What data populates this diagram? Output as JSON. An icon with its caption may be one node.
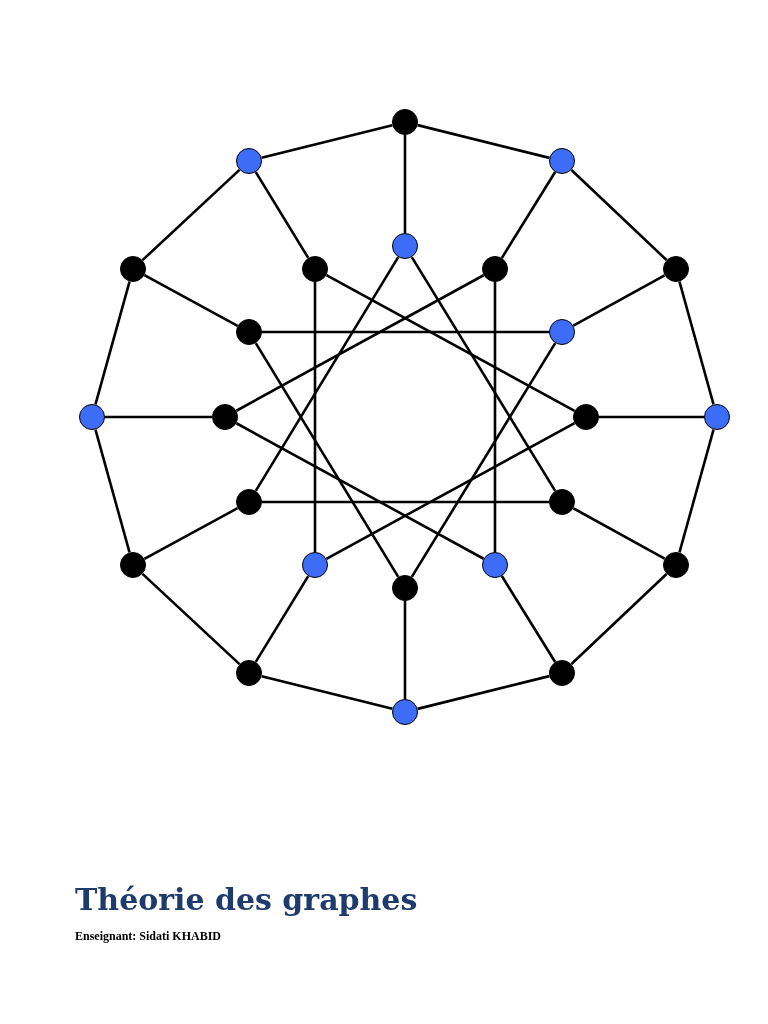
{
  "diagram": {
    "title": "Théorie des graphes",
    "nodes": [
      {
        "text": [],
        "shape": "circle"
      },
      {
        "text": [],
        "shape": "circle"
      },
      {
        "text": [],
        "shape": "circle"
      },
      {
        "text": [],
        "shape": "circle"
      },
      {
        "text": [],
        "shape": "circle"
      },
      {
        "text": [],
        "shape": "circle"
      },
      {
        "text": [],
        "shape": "circle"
      },
      {
        "text": [],
        "shape": "circle"
      },
      {
        "text": [],
        "shape": "circle"
      },
      {
        "text": [],
        "shape": "circle"
      },
      {
        "text": [],
        "shape": "circle"
      },
      {
        "text": [],
        "shape": "circle"
      },
      {
        "text": [],
        "shape": "circle"
      },
      {
        "text": [],
        "shape": "circle"
      },
      {
        "text": [],
        "shape": "circle"
      },
      {
        "text": [],
        "shape": "circle"
      },
      {
        "text": [],
        "shape": "circle"
      },
      {
        "text": [],
        "shape": "circle"
      },
      {
        "text": [],
        "shape": "circle"
      },
      {
        "text": [],
        "shape": "circle"
      },
      {
        "text": [],
        "shape": "circle"
      },
      {
        "text": [],
        "shape": "circle"
      },
      {
        "text": [],
        "shape": "circle"
      },
      {
        "text": [],
        "shape": "circle"
      }
    ],
    "edges": [
      {
        "from": 0,
        "to": 2,
        "arrow": "none"
      },
      {
        "from": 2,
        "to": 7,
        "arrow": "none"
      },
      {
        "from": 7,
        "to": 13,
        "arrow": "none"
      },
      {
        "from": 13,
        "to": 19,
        "arrow": "none"
      },
      {
        "from": 19,
        "to": 22,
        "arrow": "none"
      },
      {
        "from": 22,
        "to": 23,
        "arrow": "none"
      },
      {
        "from": 23,
        "to": 21,
        "arrow": "none"
      },
      {
        "from": 21,
        "to": 16,
        "arrow": "none"
      },
      {
        "from": 16,
        "to": 10,
        "arrow": "none"
      },
      {
        "from": 10,
        "to": 4,
        "arrow": "none"
      },
      {
        "from": 4,
        "to": 1,
        "arrow": "none"
      },
      {
        "from": 1,
        "to": 0,
        "arrow": "none"
      },
      {
        "from": 0,
        "to": 3,
        "arrow": "none"
      },
      {
        "from": 2,
        "to": 6,
        "arrow": "none"
      },
      {
        "from": 7,
        "to": 9,
        "arrow": "none"
      },
      {
        "from": 13,
        "to": 12,
        "arrow": "none"
      },
      {
        "from": 19,
        "to": 15,
        "arrow": "none"
      },
      {
        "from": 22,
        "to": 18,
        "arrow": "none"
      },
      {
        "from": 23,
        "to": 20,
        "arrow": "none"
      },
      {
        "from": 21,
        "to": 17,
        "arrow": "none"
      },
      {
        "from": 16,
        "to": 14,
        "arrow": "none"
      },
      {
        "from": 10,
        "to": 11,
        "arrow": "none"
      },
      {
        "from": 4,
        "to": 8,
        "arrow": "none"
      },
      {
        "from": 1,
        "to": 5,
        "arrow": "none"
      },
      {
        "from": 8,
        "to": 9,
        "arrow": "none"
      },
      {
        "from": 14,
        "to": 15,
        "arrow": "none"
      },
      {
        "from": 5,
        "to": 17,
        "arrow": "none"
      },
      {
        "from": 6,
        "to": 18,
        "arrow": "none"
      },
      {
        "from": 3,
        "to": 14,
        "arrow": "none"
      },
      {
        "from": 3,
        "to": 15,
        "arrow": "none"
      },
      {
        "from": 20,
        "to": 8,
        "arrow": "none"
      },
      {
        "from": 20,
        "to": 9,
        "arrow": "none"
      },
      {
        "from": 11,
        "to": 6,
        "arrow": "none"
      },
      {
        "from": 11,
        "to": 18,
        "arrow": "none"
      },
      {
        "from": 12,
        "to": 5,
        "arrow": "none"
      },
      {
        "from": 12,
        "to": 17,
        "arrow": "none"
      }
    ],
    "labels": [
      "Enseignant: Sidati KHABID"
    ]
  }
}
